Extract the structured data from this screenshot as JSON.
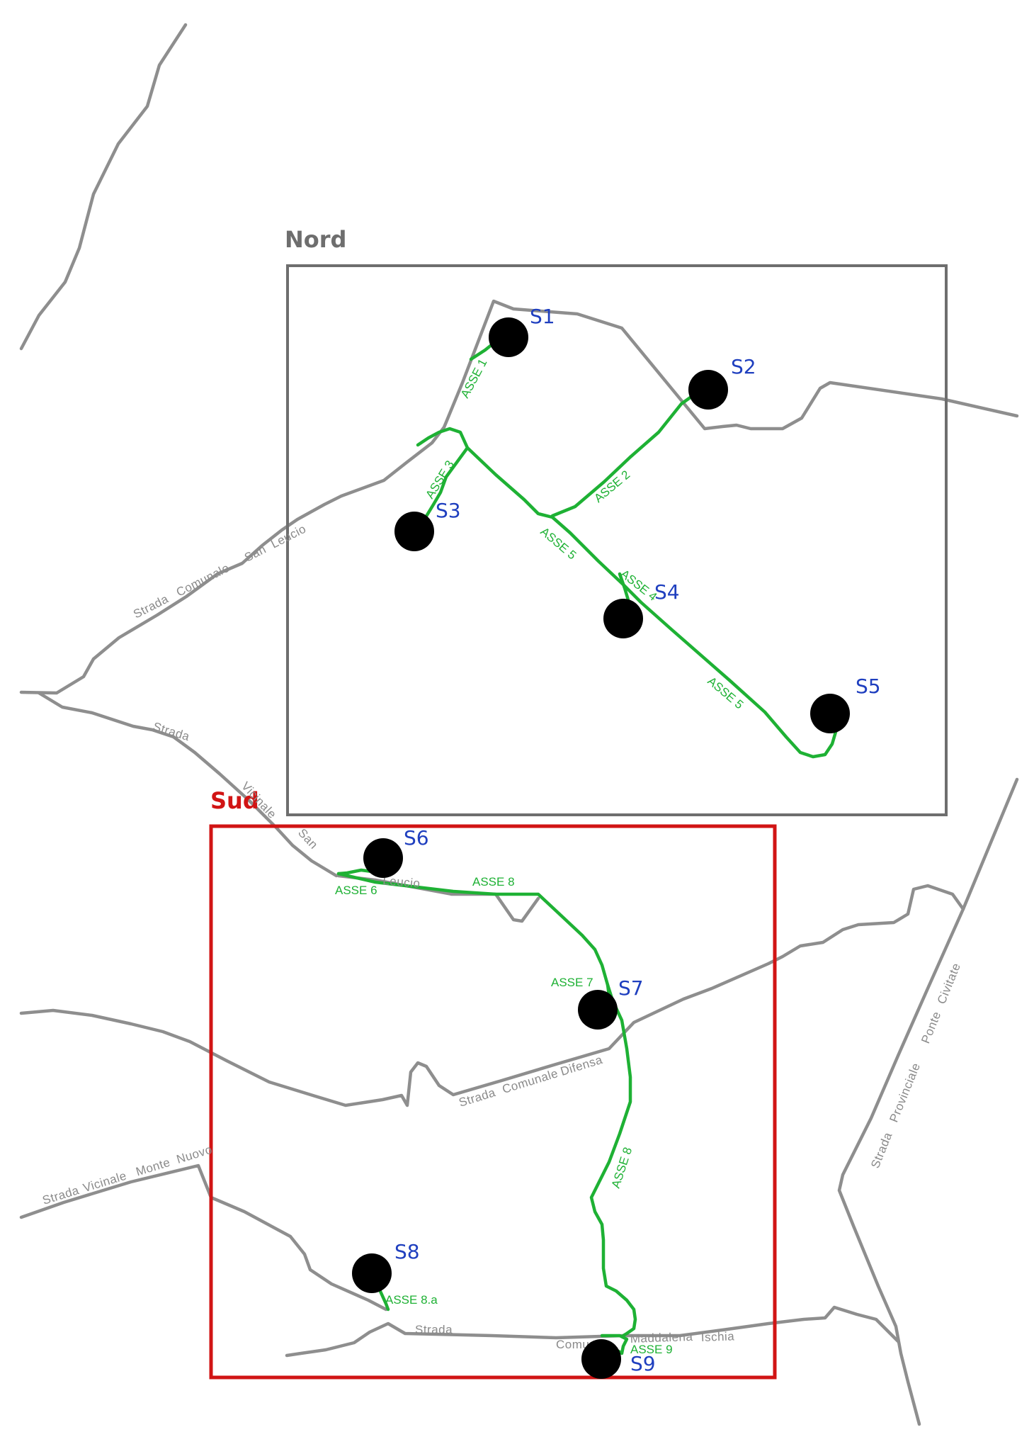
{
  "zones": {
    "nord": {
      "label": "Nord",
      "color": "#6e6e6e"
    },
    "sud": {
      "label": "Sud",
      "color": "#d11414"
    }
  },
  "turbines": {
    "s1": "S1",
    "s2": "S2",
    "s3": "S3",
    "s4": "S4",
    "s5": "S5",
    "s6": "S6",
    "s7": "S7",
    "s8": "S8",
    "s9": "S9"
  },
  "axes": {
    "asse1": "ASSE 1",
    "asse2": "ASSE 2",
    "asse3": "ASSE 3",
    "asse4": "ASSE 4",
    "asse5a": "ASSE 5",
    "asse5b": "ASSE 5",
    "asse6": "ASSE 6",
    "asse7": "ASSE 7",
    "asse8a": "ASSE 8",
    "asse8b": "ASSE 8",
    "asse8dota": "ASSE 8.a",
    "asse9": "ASSE 9"
  },
  "roads": {
    "san_leucio": [
      "Strada",
      "Comunale",
      "San",
      "Leucio"
    ],
    "vicinale_san": [
      "Strada",
      "Vicinale",
      "San",
      "Leucio"
    ],
    "difensa": [
      "Strada",
      "Comunale",
      "Difensa"
    ],
    "monte_nuovo": [
      "Strada",
      "Vicinale",
      "Monte",
      "Nuovo"
    ],
    "ponte_civitate": [
      "Strada",
      "Provinciale",
      "Ponte",
      "Civitate"
    ],
    "maddalena": [
      "Strada",
      "Comunale",
      "Maddalena",
      "Ischia"
    ]
  },
  "colors": {
    "road": "#8e8e8e",
    "axis": "#1eb134",
    "turbine": "#1f3fbf"
  },
  "icons": {
    "turbine": "wind-turbine-icon"
  }
}
